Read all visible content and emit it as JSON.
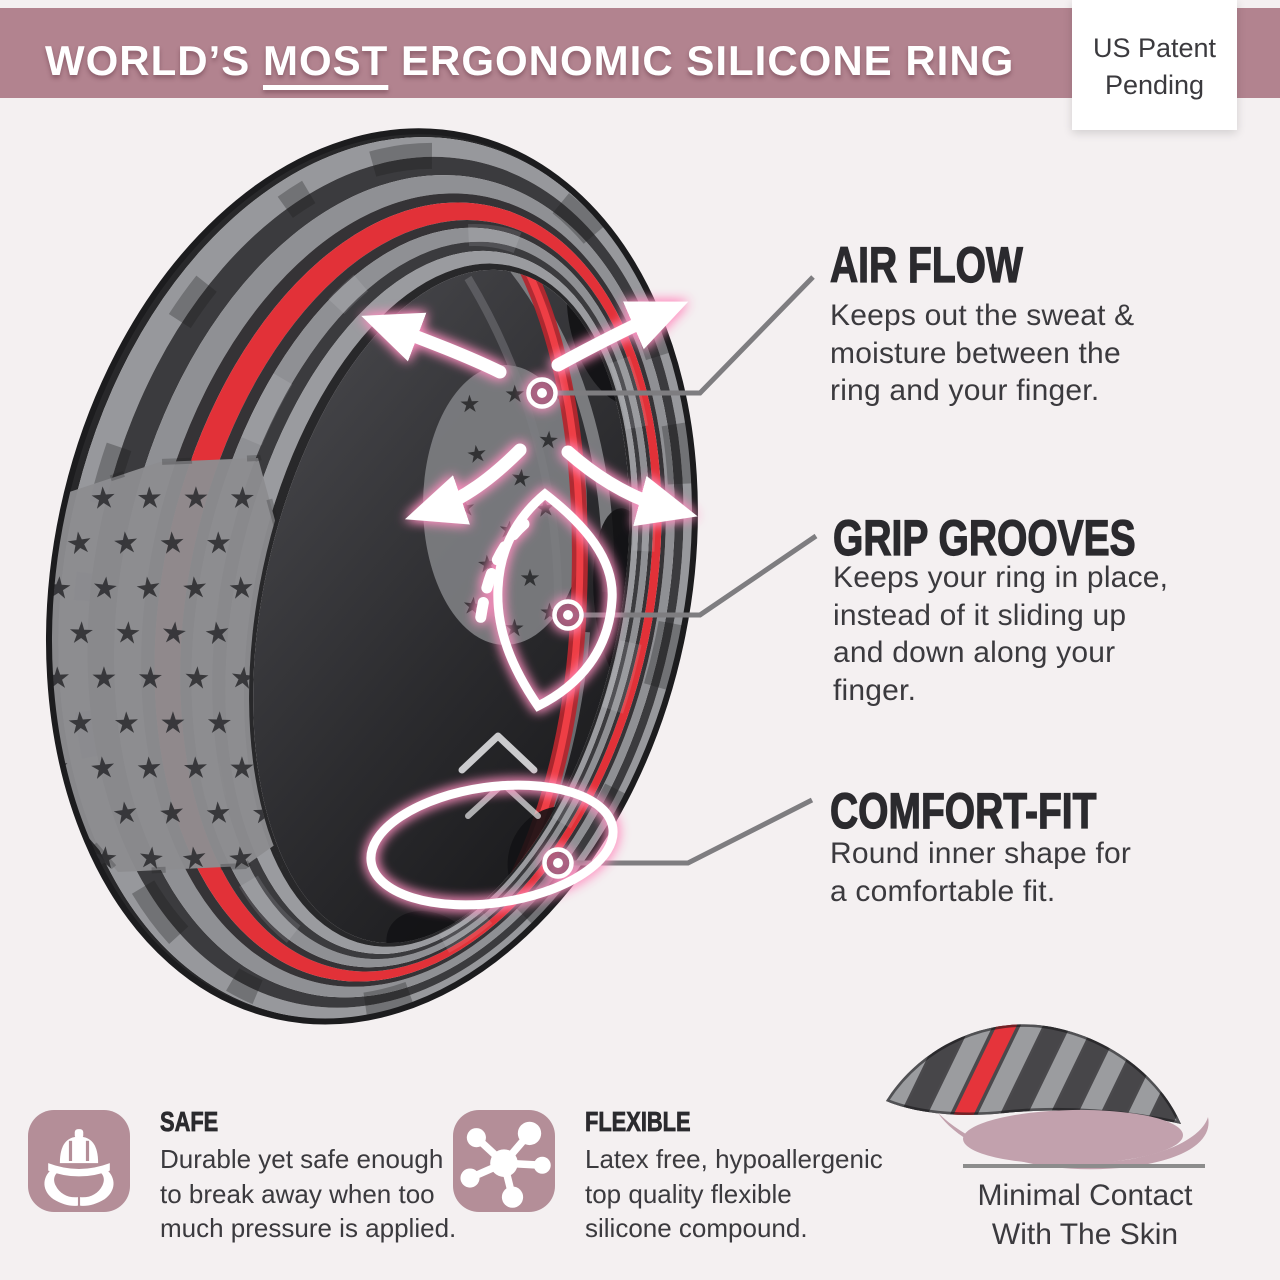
{
  "colors": {
    "background": "#f4f0f1",
    "banner": "#b2838f",
    "banner_text": "#ffffff",
    "heading_text": "#2b2a2e",
    "body_text": "#3b3a3e",
    "callout_line": "#7e7d80",
    "glow_pink": "#ff8fc0",
    "overlay_white": "#ffffff",
    "tile_mauve": "#b48e98",
    "ring_red_stripe": "#e23138",
    "ring_dark_gray": "#3b3b3e",
    "ring_light_gray": "#97989c",
    "cross_section_pink": "#c2a1ad"
  },
  "header": {
    "title_pre": "WORLD’S ",
    "title_underlined": "MOST",
    "title_post": " ERGONOMIC SILICONE RING",
    "patent_badge": "US Patent\nPending"
  },
  "features": [
    {
      "id": "air-flow",
      "title": "AIR FLOW",
      "description": "Keeps out the sweat &\nmoisture between the\nring and your finger."
    },
    {
      "id": "grip-grooves",
      "title": "GRIP GROOVES",
      "description": "Keeps your ring in place,\ninstead of  it sliding up\nand down along your\nfinger."
    },
    {
      "id": "comfort-fit",
      "title": "COMFORT-FIT",
      "description": "Round inner shape for\na comfortable fit."
    }
  ],
  "benefits": [
    {
      "icon": "hard-hat-hands-icon",
      "title": "SAFE",
      "description": "Durable yet safe enough\nto break away when too\nmuch pressure is applied."
    },
    {
      "icon": "molecule-icon",
      "title": "FLEXIBLE",
      "description": "Latex free, hypoallergenic\ntop quality flexible\nsilicone compound."
    }
  ],
  "cross_section": {
    "caption": "Minimal Contact\nWith The Skin"
  },
  "illustrations": {
    "ring": "american-flag-thin-red-line-silicone-ring",
    "cross_section": "ring-cross-section-profile"
  }
}
